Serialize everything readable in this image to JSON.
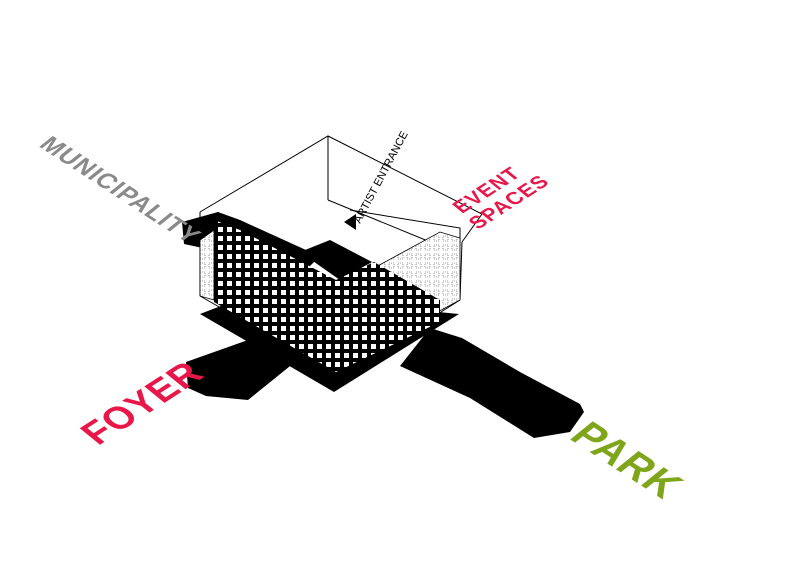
{
  "labels": {
    "municipality": "MUNICIPALITY",
    "event": "EVENT",
    "spaces": "SPACES",
    "artist_entrance": "ARTIST ENTRANCE",
    "foyer": "FOYER",
    "park": "PARK"
  },
  "colors": {
    "municipality": "#8a8a8a",
    "event_spaces": "#e8174a",
    "foyer": "#e8174a",
    "park": "#7fa51b",
    "mass": "#000000",
    "lines": "#000000",
    "background": "#ffffff"
  }
}
